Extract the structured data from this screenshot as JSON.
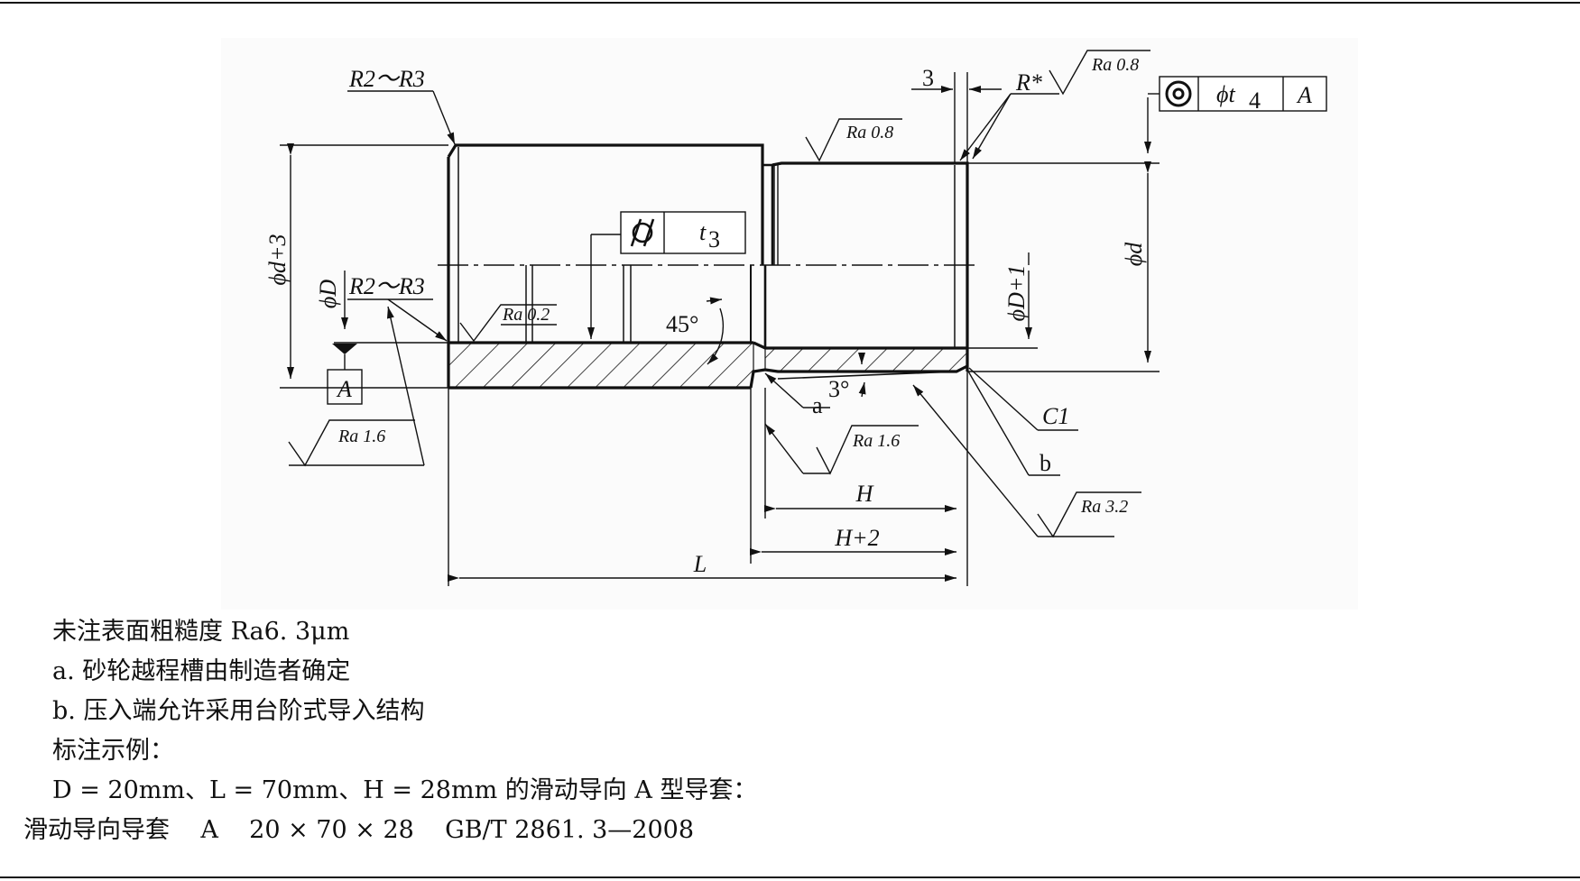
{
  "drawing": {
    "radius_top": "R2～R3",
    "radius_inner": "R2～R3",
    "dia_outer_left": "ϕd+3",
    "dia_D": "ϕD",
    "dia_d": "ϕd",
    "dia_D1": "ϕD+1",
    "ra_08_top": "Ra 0.8",
    "ra_08_right": "Ra 0.8",
    "ra_02": "Ra 0.2",
    "ra_16_left": "Ra 1.6",
    "ra_16_bottom": "Ra 1.6",
    "ra_32": "Ra 3.2",
    "dim_3": "3",
    "r_star": "R*",
    "tol_coax": "ϕt",
    "tol_coax_sub": "4",
    "datum_ref": "A",
    "datum_A": "A",
    "tol_cyl": "t",
    "tol_cyl_sub": "3",
    "angle_45": "45°",
    "angle_3": "3°",
    "note_a": "a",
    "note_b": "b",
    "chamfer": "C1",
    "dim_H": "H",
    "dim_H2": "H+2",
    "dim_L": "L"
  },
  "notes": {
    "line1": "未注表面粗糙度 Ra6. 3μm",
    "line2": "a. 砂轮越程槽由制造者确定",
    "line3": "b. 压入端允许采用台阶式导入结构",
    "line4": "标注示例：",
    "line5": "D = 20mm、L = 70mm、H = 28mm 的滑动导向 A 型导套：",
    "line6": "滑动导向导套    A    20 × 70 × 28    GB/T 2861. 3—2008"
  }
}
